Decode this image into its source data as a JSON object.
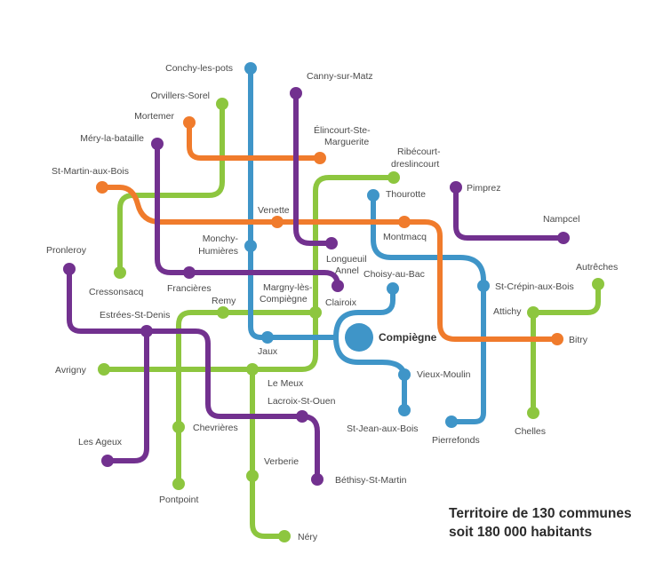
{
  "caption": {
    "line1": "Territoire de 130 communes",
    "line2": "soit 180 000 habitants"
  },
  "colors": {
    "green": "#8dc63f",
    "blue": "#3f95c8",
    "orange": "#f07b2c",
    "purple": "#72318f"
  },
  "hub": "Compiègne",
  "stations": [
    "Conchy-les-pots",
    "Canny-sur-Matz",
    "Orvillers-Sorel",
    "Mortemer",
    "Élincourt-Ste-",
    "Marguerite",
    "Méry-la-bataille",
    "Ribécourt-",
    "dreslincourt",
    "St-Martin-aux-Bois",
    "Thourotte",
    "Pimprez",
    "Venette",
    "Montmacq",
    "Nampcel",
    "Monchy-",
    "Humières",
    "Longueuil",
    "Annel",
    "Pronleroy",
    "Cressonsacq",
    "Francières",
    "Margny-lès-",
    "Compiègne",
    "Choisy-au-Bac",
    "St-Crépin-aux-Bois",
    "Autrêches",
    "Remy",
    "Clairoix",
    "Attichy",
    "Estrées-St-Denis",
    "Jaux",
    "Bitry",
    "Avrigny",
    "Le Meux",
    "Vieux-Moulin",
    "Lacroix-St-Ouen",
    "Les Ageux",
    "Chevrières",
    "St-Jean-aux-Bois",
    "Pierrefonds",
    "Chelles",
    "Verberie",
    "Béthisy-St-Martin",
    "Pontpoint",
    "Néry"
  ]
}
